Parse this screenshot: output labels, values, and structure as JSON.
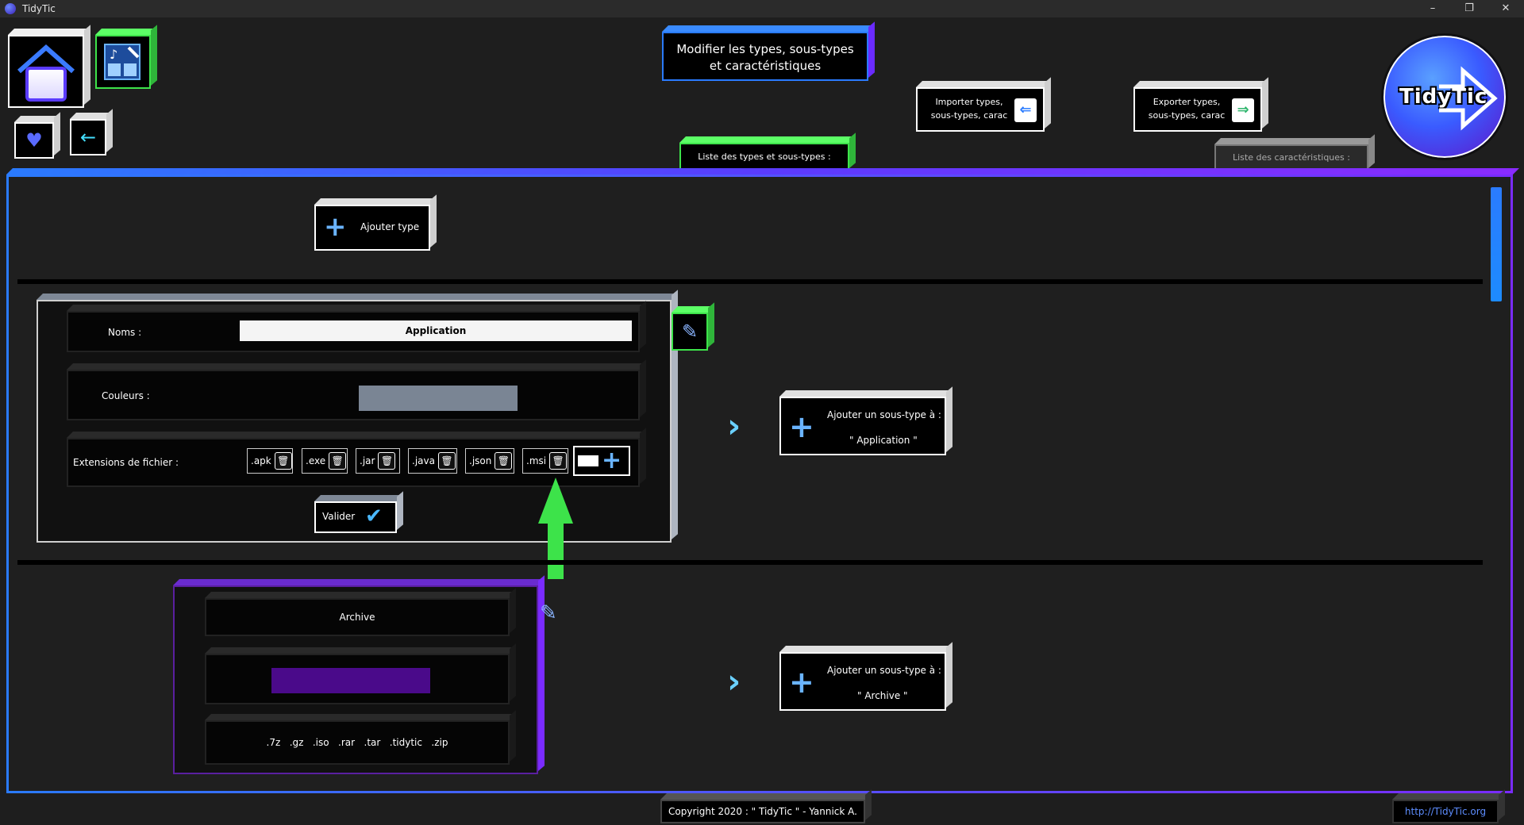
{
  "window": {
    "title": "TidyTic",
    "minimize": "–",
    "maximize": "❐",
    "close": "✕"
  },
  "header": {
    "page_title": "Modifier les types, sous-types\net caractéristiques",
    "import_label": "Importer types,\nsous-types, carac",
    "export_label": "Exporter types,\nsous-types, carac",
    "logo_text": "TidyTic"
  },
  "tabs": {
    "types_label": "Liste des types et sous-types :",
    "carac_label": "Liste des caractéristiques :"
  },
  "toolbar": {
    "add_type_label": "Ajouter type"
  },
  "type_application": {
    "names_label": "Noms :",
    "name_value": "Application",
    "colors_label": "Couleurs :",
    "color_value": "#7a8594",
    "extensions_label": "Extensions de fichier :",
    "extensions": [
      ".apk",
      ".exe",
      ".jar",
      ".java",
      ".json",
      ".msi"
    ],
    "validate_label": "Valider",
    "add_subtype_label": "Ajouter un sous-type à :",
    "add_subtype_target": "\" Application \""
  },
  "type_archive": {
    "name_value": "Archive",
    "color_value": "#4a0a8a",
    "extensions_text": ".7z   .gz   .iso   .rar   .tar   .tidytic   .zip",
    "add_subtype_label": "Ajouter un sous-type à :",
    "add_subtype_target": "\" Archive \""
  },
  "footer": {
    "copyright": "Copyright 2020 : \" TidyTic \" - Yannick A.",
    "website": "http://TidyTic.org"
  },
  "colors": {
    "accent_blue": "#2a7bff",
    "accent_purple": "#7a2bff",
    "accent_green": "#3de34a"
  }
}
